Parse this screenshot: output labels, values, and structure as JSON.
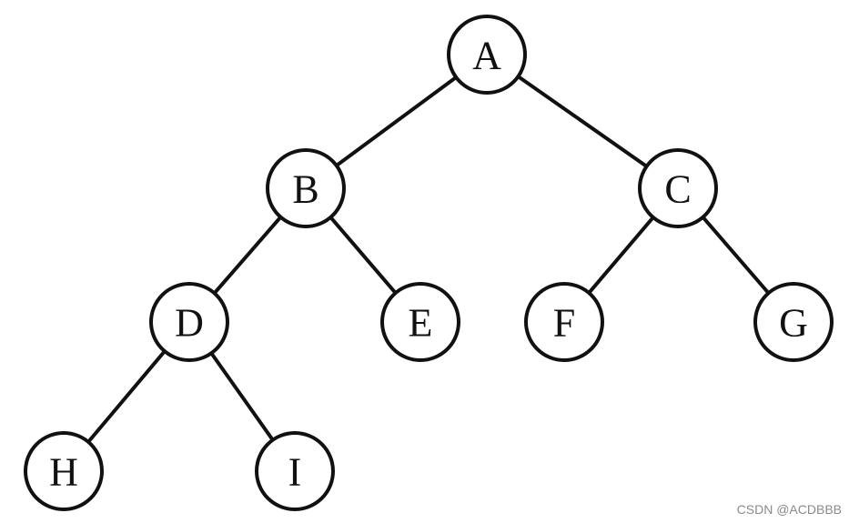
{
  "tree": {
    "nodes": [
      {
        "id": "A",
        "label": "A"
      },
      {
        "id": "B",
        "label": "B"
      },
      {
        "id": "C",
        "label": "C"
      },
      {
        "id": "D",
        "label": "D"
      },
      {
        "id": "E",
        "label": "E"
      },
      {
        "id": "F",
        "label": "F"
      },
      {
        "id": "G",
        "label": "G"
      },
      {
        "id": "H",
        "label": "H"
      },
      {
        "id": "I",
        "label": "I"
      }
    ],
    "edges": [
      {
        "from": "A",
        "to": "B"
      },
      {
        "from": "A",
        "to": "C"
      },
      {
        "from": "B",
        "to": "D"
      },
      {
        "from": "B",
        "to": "E"
      },
      {
        "from": "C",
        "to": "F"
      },
      {
        "from": "C",
        "to": "G"
      },
      {
        "from": "D",
        "to": "H"
      },
      {
        "from": "D",
        "to": "I"
      }
    ]
  },
  "watermark": "CSDN @ACDBBB"
}
